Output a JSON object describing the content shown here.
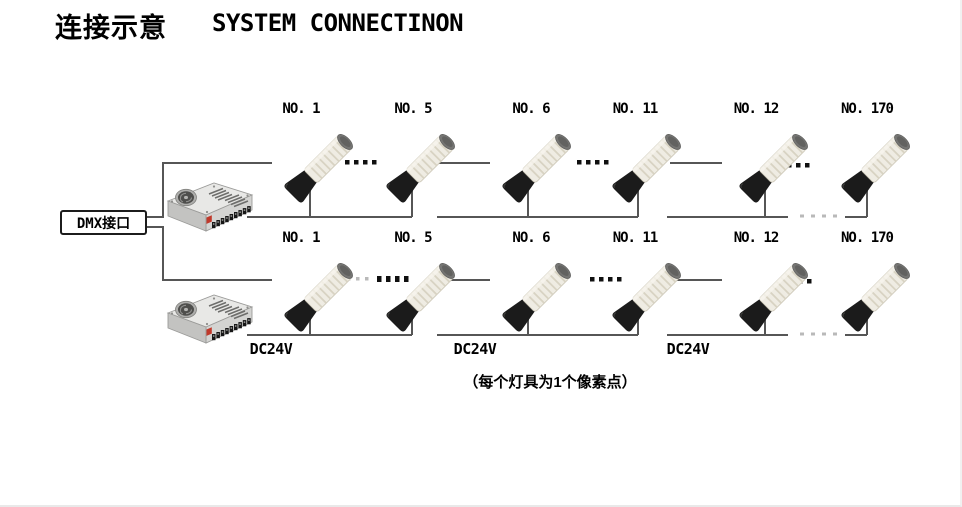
{
  "title": {
    "zh": "连接示意",
    "en": "SYSTEM CONNECTINON"
  },
  "dmx": {
    "label": "DMX接口"
  },
  "rows": {
    "top": {
      "labels": [
        "NO. 1",
        "NO. 5",
        "NO. 6",
        "NO. 11",
        "NO. 12",
        "NO. 170"
      ]
    },
    "bottom": {
      "labels": [
        "NO. 1",
        "NO. 5",
        "NO. 6",
        "NO. 11",
        "NO. 12",
        "NO. 170"
      ],
      "power_labels": [
        "DC24V",
        "DC24V",
        "DC24V"
      ]
    }
  },
  "note": "（每个灯具为1个像素点）",
  "icons": {
    "lamp": "pixel-tube-lamp-icon",
    "power_supply": "switching-power-supply-icon",
    "fan": "cooling-fan-icon",
    "dots": "continuation-dots"
  },
  "colors": {
    "wire": "#565656",
    "lamp_body": "#efece3",
    "lamp_base": "#1b1b1b",
    "lamp_cap": "#757573",
    "psu_body": "#e8e8e6",
    "psu_label": "#c0392b",
    "gray_dots": "#b9b9b9",
    "text": "#000000"
  }
}
